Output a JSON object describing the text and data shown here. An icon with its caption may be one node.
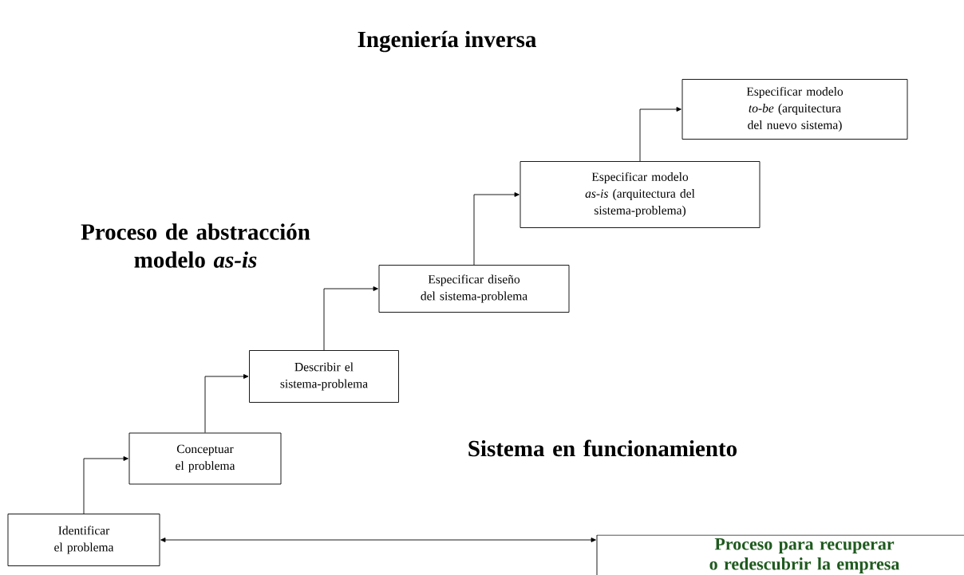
{
  "diagram": {
    "title": "Ingeniería inversa",
    "nodes": [
      {
        "text": [
          "Identificar el problema"
        ]
      },
      {
        "text": [
          "Conceptuar el problema"
        ]
      },
      {
        "text": [
          "Describir el sistema-problema"
        ]
      },
      {
        "text": [
          "Especificar diseño del sistema-problema"
        ]
      },
      {
        "text": [
          "Especificar modelo *as-is* (arquitectura del sistema-problema)"
        ]
      },
      {
        "text": [
          "Especificar modelo *to-be* (arquitectura del nuevo sistema)"
        ]
      },
      {
        "text": [
          "Proceso para recuperar o redescubrir la empresa"
        ]
      }
    ],
    "edges": [
      {
        "from": 0,
        "to": 1,
        "arrow": "to"
      },
      {
        "from": 1,
        "to": 2,
        "arrow": "to"
      },
      {
        "from": 2,
        "to": 3,
        "arrow": "to"
      },
      {
        "from": 3,
        "to": 4,
        "arrow": "to"
      },
      {
        "from": 4,
        "to": 5,
        "arrow": "to"
      },
      {
        "from": 0,
        "to": 6,
        "arrow": "both"
      }
    ],
    "labels": [
      "Proceso de abstracción modelo *as-is*",
      "Sistema en funcionamiento"
    ]
  }
}
